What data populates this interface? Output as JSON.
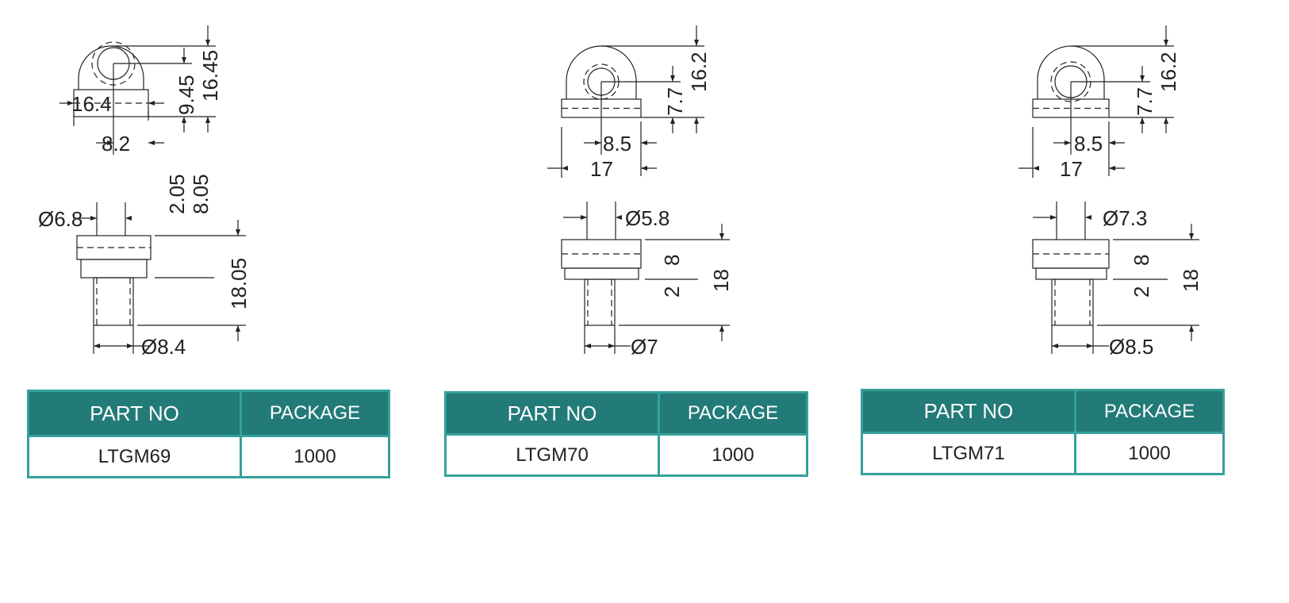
{
  "parts": [
    {
      "top_view": {
        "width": "16.4",
        "half_width": "8.2",
        "height": "16.45",
        "center_height": "9.45"
      },
      "side_view": {
        "top_diameter": "Ø6.8",
        "bottom_diameter": "Ø8.4",
        "groove": "2.05",
        "head_height": "8.05",
        "total_height": "18.05"
      },
      "table": {
        "header_part": "PART NO",
        "header_package": "PACKAGE",
        "part_no": "LTGM69",
        "package": "1000"
      }
    },
    {
      "top_view": {
        "width": "17",
        "half_width": "8.5",
        "height": "16.2",
        "center_height": "7.7"
      },
      "side_view": {
        "top_diameter": "Ø5.8",
        "bottom_diameter": "Ø7",
        "groove": "2",
        "head_height": "8",
        "total_height": "18"
      },
      "table": {
        "header_part": "PART NO",
        "header_package": "PACKAGE",
        "part_no": "LTGM70",
        "package": "1000"
      }
    },
    {
      "top_view": {
        "width": "17",
        "half_width": "8.5",
        "height": "16.2",
        "center_height": "7.7"
      },
      "side_view": {
        "top_diameter": "Ø7.3",
        "bottom_diameter": "Ø8.5",
        "groove": "2",
        "head_height": "8",
        "total_height": "18"
      },
      "table": {
        "header_part": "PART NO",
        "header_package": "PACKAGE",
        "part_no": "LTGM71",
        "package": "1000"
      }
    }
  ],
  "colors": {
    "header_bg": "#237b78",
    "border": "#35a09b",
    "line": "#222222"
  }
}
